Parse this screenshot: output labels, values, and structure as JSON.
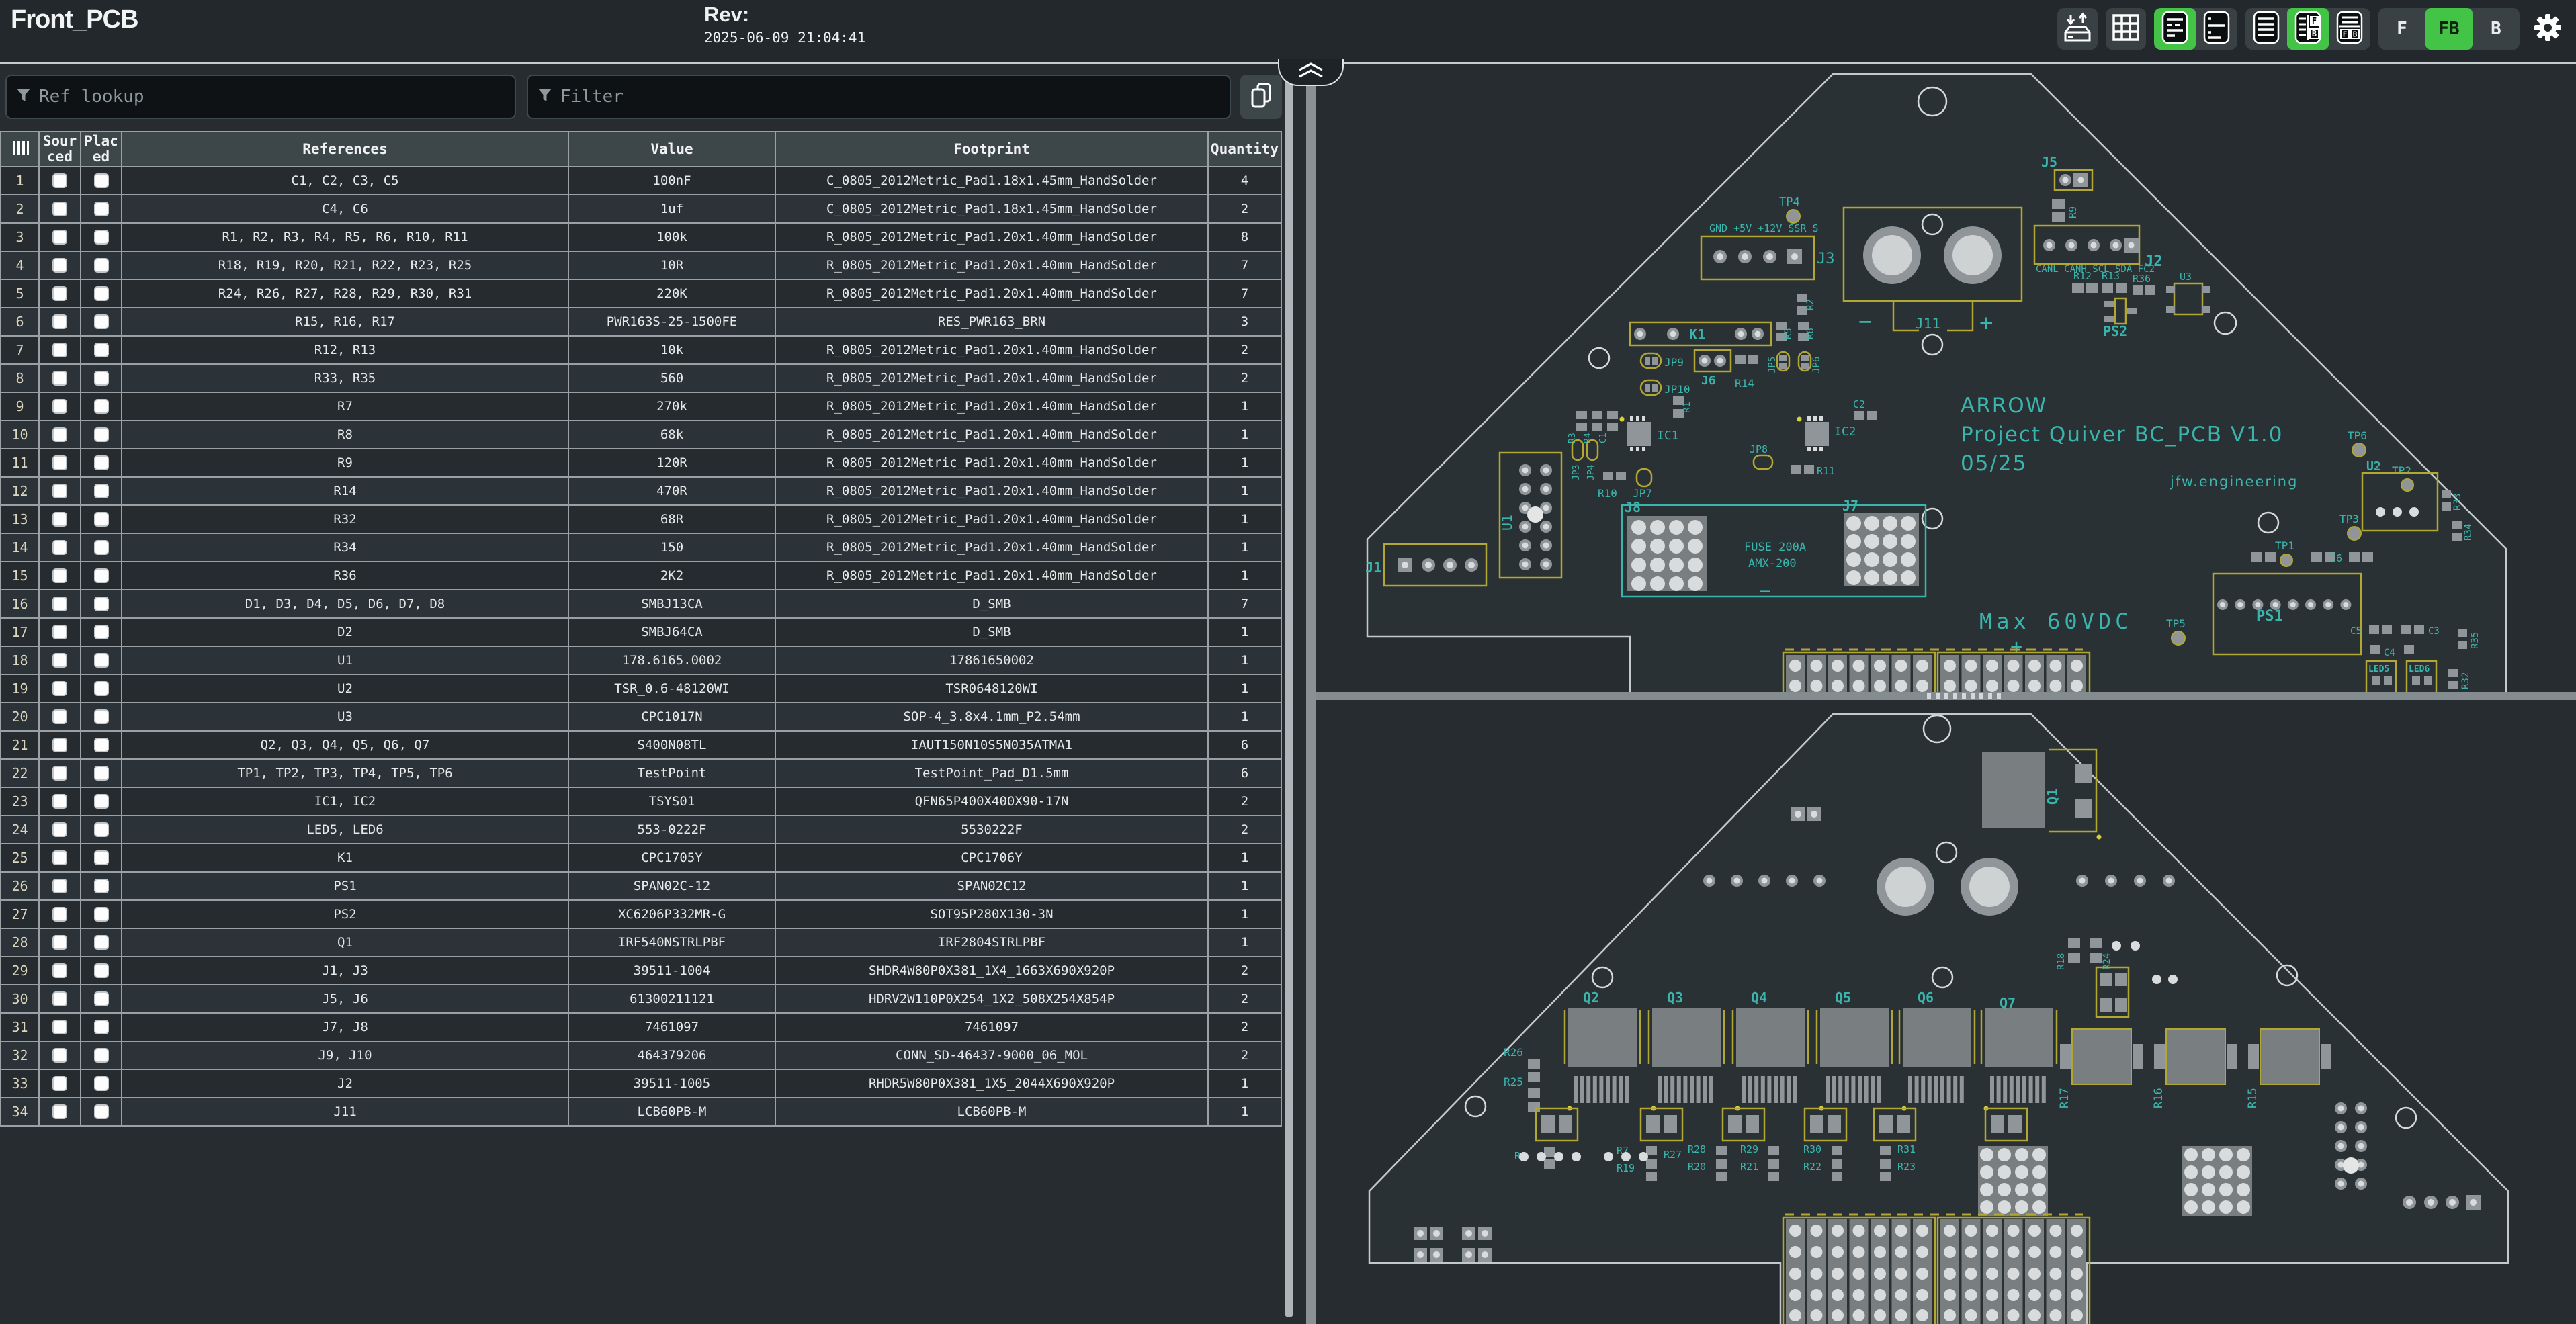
{
  "header": {
    "title": "Front_PCB",
    "rev_label": "Rev:",
    "timestamp": "2025-06-09 21:04:41",
    "toolbar": {
      "layer_front": "F",
      "layer_front_back": "FB",
      "layer_back": "B",
      "selected_layer": "FB",
      "selected_bom_mode": "grouped",
      "selected_layout": "left-right"
    }
  },
  "controls": {
    "ref_lookup_placeholder": "Ref lookup",
    "filter_placeholder": "Filter"
  },
  "bom": {
    "columns": {
      "sourced": "Sourced",
      "placed": "Placed",
      "references": "References",
      "value": "Value",
      "footprint": "Footprint",
      "quantity": "Quantity"
    },
    "rows": [
      {
        "n": 1,
        "refs": "C1, C2, C3, C5",
        "value": "100nF",
        "footprint": "C_0805_2012Metric_Pad1.18x1.45mm_HandSolder",
        "qty": 4
      },
      {
        "n": 2,
        "refs": "C4, C6",
        "value": "1uf",
        "footprint": "C_0805_2012Metric_Pad1.18x1.45mm_HandSolder",
        "qty": 2
      },
      {
        "n": 3,
        "refs": "R1, R2, R3, R4, R5, R6, R10, R11",
        "value": "100k",
        "footprint": "R_0805_2012Metric_Pad1.20x1.40mm_HandSolder",
        "qty": 8
      },
      {
        "n": 4,
        "refs": "R18, R19, R20, R21, R22, R23, R25",
        "value": "10R",
        "footprint": "R_0805_2012Metric_Pad1.20x1.40mm_HandSolder",
        "qty": 7
      },
      {
        "n": 5,
        "refs": "R24, R26, R27, R28, R29, R30, R31",
        "value": "220K",
        "footprint": "R_0805_2012Metric_Pad1.20x1.40mm_HandSolder",
        "qty": 7
      },
      {
        "n": 6,
        "refs": "R15, R16, R17",
        "value": "PWR163S-25-1500FE",
        "footprint": "RES_PWR163_BRN",
        "qty": 3
      },
      {
        "n": 7,
        "refs": "R12, R13",
        "value": "10k",
        "footprint": "R_0805_2012Metric_Pad1.20x1.40mm_HandSolder",
        "qty": 2
      },
      {
        "n": 8,
        "refs": "R33, R35",
        "value": "560",
        "footprint": "R_0805_2012Metric_Pad1.20x1.40mm_HandSolder",
        "qty": 2
      },
      {
        "n": 9,
        "refs": "R7",
        "value": "270k",
        "footprint": "R_0805_2012Metric_Pad1.20x1.40mm_HandSolder",
        "qty": 1
      },
      {
        "n": 10,
        "refs": "R8",
        "value": "68k",
        "footprint": "R_0805_2012Metric_Pad1.20x1.40mm_HandSolder",
        "qty": 1
      },
      {
        "n": 11,
        "refs": "R9",
        "value": "120R",
        "footprint": "R_0805_2012Metric_Pad1.20x1.40mm_HandSolder",
        "qty": 1
      },
      {
        "n": 12,
        "refs": "R14",
        "value": "470R",
        "footprint": "R_0805_2012Metric_Pad1.20x1.40mm_HandSolder",
        "qty": 1
      },
      {
        "n": 13,
        "refs": "R32",
        "value": "68R",
        "footprint": "R_0805_2012Metric_Pad1.20x1.40mm_HandSolder",
        "qty": 1
      },
      {
        "n": 14,
        "refs": "R34",
        "value": "150",
        "footprint": "R_0805_2012Metric_Pad1.20x1.40mm_HandSolder",
        "qty": 1
      },
      {
        "n": 15,
        "refs": "R36",
        "value": "2K2",
        "footprint": "R_0805_2012Metric_Pad1.20x1.40mm_HandSolder",
        "qty": 1
      },
      {
        "n": 16,
        "refs": "D1, D3, D4, D5, D6, D7, D8",
        "value": "SMBJ13CA",
        "footprint": "D_SMB",
        "qty": 7
      },
      {
        "n": 17,
        "refs": "D2",
        "value": "SMBJ64CA",
        "footprint": "D_SMB",
        "qty": 1
      },
      {
        "n": 18,
        "refs": "U1",
        "value": "178.6165.0002",
        "footprint": "17861650002",
        "qty": 1
      },
      {
        "n": 19,
        "refs": "U2",
        "value": "TSR_0.6-48120WI",
        "footprint": "TSR0648120WI",
        "qty": 1
      },
      {
        "n": 20,
        "refs": "U3",
        "value": "CPC1017N",
        "footprint": "SOP-4_3.8x4.1mm_P2.54mm",
        "qty": 1
      },
      {
        "n": 21,
        "refs": "Q2, Q3, Q4, Q5, Q6, Q7",
        "value": "S400N08TL",
        "footprint": "IAUT150N10S5N035ATMA1",
        "qty": 6
      },
      {
        "n": 22,
        "refs": "TP1, TP2, TP3, TP4, TP5, TP6",
        "value": "TestPoint",
        "footprint": "TestPoint_Pad_D1.5mm",
        "qty": 6
      },
      {
        "n": 23,
        "refs": "IC1, IC2",
        "value": "TSYS01",
        "footprint": "QFN65P400X400X90-17N",
        "qty": 2
      },
      {
        "n": 24,
        "refs": "LED5, LED6",
        "value": "553-0222F",
        "footprint": "5530222F",
        "qty": 2
      },
      {
        "n": 25,
        "refs": "K1",
        "value": "CPC1705Y",
        "footprint": "CPC1706Y",
        "qty": 1
      },
      {
        "n": 26,
        "refs": "PS1",
        "value": "SPAN02C-12",
        "footprint": "SPAN02C12",
        "qty": 1
      },
      {
        "n": 27,
        "refs": "PS2",
        "value": "XC6206P332MR-G",
        "footprint": "SOT95P280X130-3N",
        "qty": 1
      },
      {
        "n": 28,
        "refs": "Q1",
        "value": "IRF540NSTRLPBF",
        "footprint": "IRF2804STRLPBF",
        "qty": 1
      },
      {
        "n": 29,
        "refs": "J1, J3",
        "value": "39511-1004",
        "footprint": "SHDR4W80P0X381_1X4_1663X690X920P",
        "qty": 2
      },
      {
        "n": 30,
        "refs": "J5, J6",
        "value": "61300211121",
        "footprint": "HDRV2W110P0X254_1X2_508X254X854P",
        "qty": 2
      },
      {
        "n": 31,
        "refs": "J7, J8",
        "value": "7461097",
        "footprint": "7461097",
        "qty": 2
      },
      {
        "n": 32,
        "refs": "J9, J10",
        "value": "464379206",
        "footprint": "CONN_SD-46437-9000_06_MOL",
        "qty": 2
      },
      {
        "n": 33,
        "refs": "J2",
        "value": "39511-1005",
        "footprint": "RHDR5W80P0X381_1X5_2044X690X920P",
        "qty": 1
      },
      {
        "n": 34,
        "refs": "J11",
        "value": "LCB60PB-M",
        "footprint": "LCB60PB-M",
        "qty": 1
      }
    ]
  },
  "pcb": {
    "colors": {
      "accent_green": "#43c447",
      "silkscreen": "#3ab5ad",
      "fab_outline": "#b2a733",
      "board_outline": "#c3c9cc",
      "pad": "#8f9598"
    },
    "front": {
      "texts": {
        "brand": "ARROW",
        "project": "Project Quiver BC_PCB V1.0",
        "date_code": "05/25",
        "site": "jfw.engineering",
        "max_voltage": "Max 60VDC",
        "fuse1": "FUSE 200A",
        "fuse2": "AMX-200",
        "j3_pins": "GND +5V +12V SSR_S",
        "j2_pins": "CANL CANH SCL  SDA  FC2",
        "plus": "+",
        "minus": "−"
      },
      "labels": {
        "tp1": "TP1",
        "tp2": "TP2",
        "tp3": "TP3",
        "tp4": "TP4",
        "tp5": "TP5",
        "tp6": "TP6",
        "j1": "J1",
        "j2": "J2",
        "j3": "J3",
        "j5": "J5",
        "j6": "J6",
        "j7": "J7",
        "j8": "J8",
        "j11": "J11",
        "k1": "K1",
        "ps1": "PS1",
        "ps2": "PS2",
        "u1": "U1",
        "u2": "U2",
        "u3": "U3",
        "ic1": "IC1",
        "ic2": "IC2",
        "jp3": "JP3",
        "jp4": "JP4",
        "jp5": "JP5",
        "jp6": "JP6",
        "jp7": "JP7",
        "jp8": "JP8",
        "jp9": "JP9",
        "jp10": "JP10",
        "r1": "R1",
        "r2": "R2",
        "r3": "R3",
        "r4": "R4",
        "c1": "C1",
        "r5": "R5",
        "r6": "R6",
        "r9": "R9",
        "r10": "R10",
        "r11": "R11",
        "r12": "R12",
        "r13": "R13",
        "r14": "R14",
        "r36": "R36",
        "c2": "C2",
        "c3": "C3",
        "c4": "C4",
        "c5": "C5",
        "c6": "C6",
        "r32": "R32",
        "r33": "R33",
        "r34": "R34",
        "r35": "R35",
        "led5": "LED5",
        "led6": "LED6"
      }
    },
    "back": {
      "labels": {
        "q1": "Q1",
        "q2": "Q2",
        "q3": "Q3",
        "q4": "Q4",
        "q5": "Q5",
        "q6": "Q6",
        "q7": "Q7",
        "r15": "R15",
        "r16": "R16",
        "r17": "R17",
        "r18": "R18",
        "r24": "R24",
        "r25": "R25",
        "r26": "R26",
        "r7": "R7",
        "r8": "R8",
        "r19": "R19",
        "r20": "R20",
        "r21": "R21",
        "r22": "R22",
        "r23": "R23",
        "r27": "R27",
        "r28": "R28",
        "r29": "R29",
        "r30": "R30",
        "r31": "R31"
      }
    }
  }
}
